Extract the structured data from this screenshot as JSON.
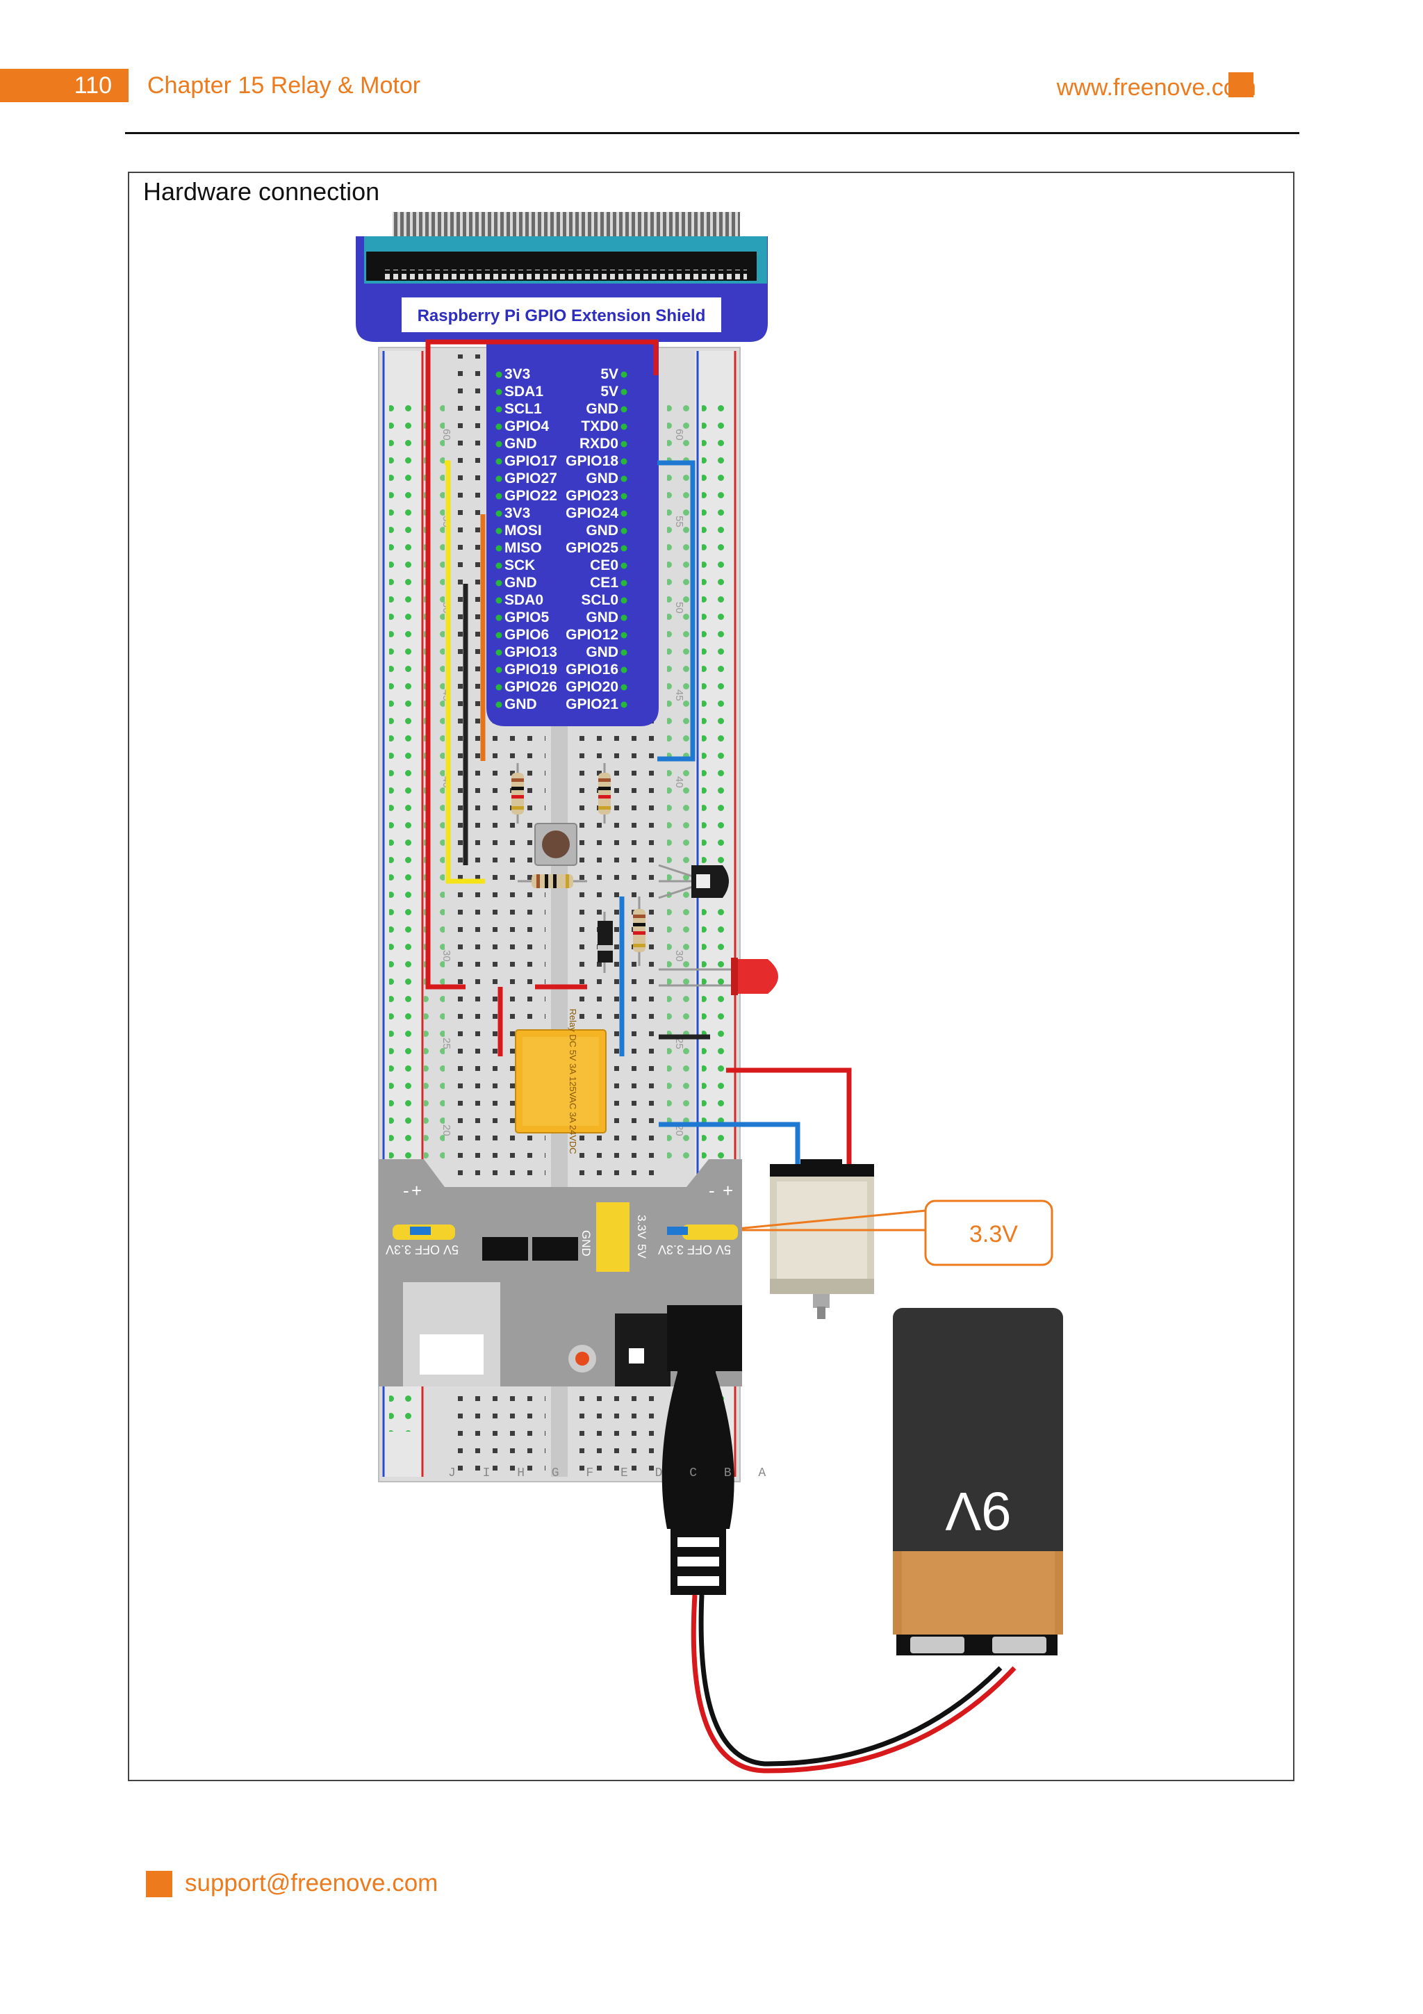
{
  "header": {
    "page_number": "110",
    "chapter_title": "Chapter 15 Relay & Motor",
    "site_url": "www.freenove.com"
  },
  "figure": {
    "caption": "Hardware connection",
    "shield_label": "Raspberry Pi GPIO Extension Shield",
    "gpio_left": [
      "3V3",
      "SDA1",
      "SCL1",
      "GPIO4",
      "GND",
      "GPIO17",
      "GPIO27",
      "GPIO22",
      "3V3",
      "MOSI",
      "MISO",
      "SCK",
      "GND",
      "SDA0",
      "GPIO5",
      "GPIO6",
      "GPIO13",
      "GPIO19",
      "GPIO26",
      "GND"
    ],
    "gpio_right": [
      "5V",
      "5V",
      "GND",
      "TXD0",
      "RXD0",
      "GPIO18",
      "GND",
      "GPIO23",
      "GPIO24",
      "GND",
      "GPIO25",
      "CE0",
      "CE1",
      "SCL0",
      "GND",
      "GPIO12",
      "GND",
      "GPIO16",
      "GPIO20",
      "GPIO21"
    ],
    "callout_label": "3.3V",
    "battery_label": "9V",
    "relay_text": "Relay DC 5V 3A 125VAC 3A 24VDC",
    "power_module": {
      "left_jumper_label": "5V OFF 3.3V",
      "right_jumper_label": "5V OFF 3.3V",
      "header_label_1": "3.3V",
      "header_label_2": "5V",
      "header_label_3": "GND",
      "rail_plus": "+",
      "rail_minus": "-"
    },
    "row_numbers": [
      "60",
      "55",
      "50",
      "45",
      "40",
      "30",
      "25",
      "20"
    ],
    "column_letters_bottom": "J I H G F E D C B A",
    "wire_colors": {
      "red": "#D7191C",
      "blue": "#1F78D1",
      "yellow": "#F5E31A",
      "orange": "#E5731A",
      "black": "#222222"
    }
  },
  "footer": {
    "email": "support@freenove.com"
  }
}
